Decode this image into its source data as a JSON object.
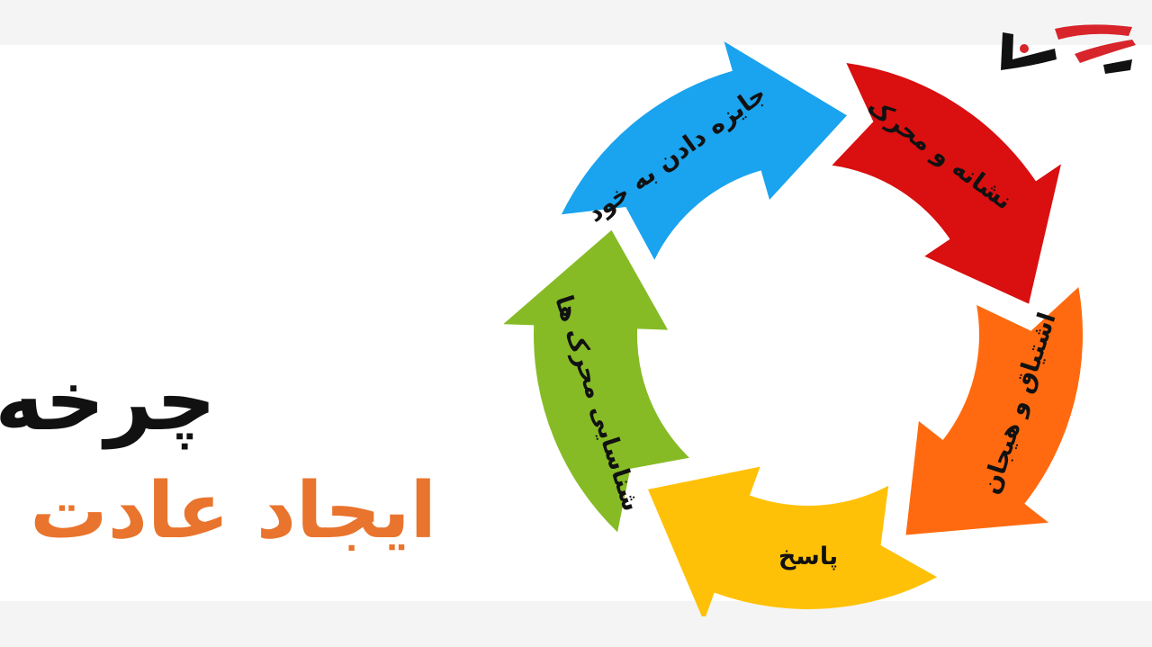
{
  "logo": {
    "name": "rokna-logo",
    "text": "رکنا",
    "color": "#d7252b"
  },
  "title": {
    "line1": "چرخه",
    "line2": "ایجاد عادت",
    "line1_color": "#111111",
    "line2_color": "#e9742d"
  },
  "cycle": {
    "stages": [
      {
        "label": "نشانه و محرک",
        "color": "#d90f10"
      },
      {
        "label": "اشتیاق و هیجان",
        "color": "#ff6a10"
      },
      {
        "label": "پاسخ",
        "color": "#ffc107"
      },
      {
        "label": "شناسایی محرک ها",
        "color": "#86bb25"
      },
      {
        "label": "جایزه دادن به خود",
        "color": "#1aa3ee"
      }
    ]
  }
}
